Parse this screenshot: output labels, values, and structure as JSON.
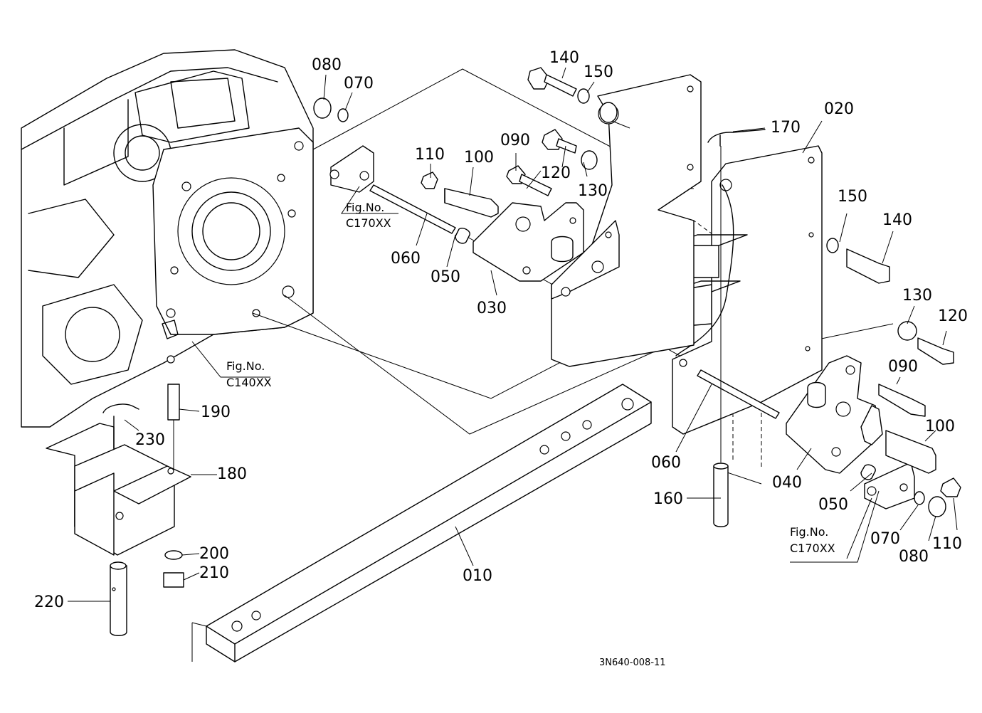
{
  "drawing_code": "3N640-008-11",
  "part_labels": [
    "080",
    "070",
    "140",
    "150",
    "020",
    "170",
    "110",
    "100",
    "090",
    "120",
    "130",
    "150",
    "140",
    "060",
    "050",
    "030",
    "130",
    "120",
    "090",
    "100",
    "190",
    "230",
    "180",
    "200",
    "210",
    "220",
    "010",
    "060",
    "160",
    "040",
    "050",
    "070",
    "080",
    "110"
  ],
  "fig_refs": [
    {
      "line1": "Fig.No.",
      "line2": "C170XX"
    },
    {
      "line1": "Fig.No.",
      "line2": "C140XX"
    },
    {
      "line1": "Fig.No.",
      "line2": "C170XX"
    }
  ]
}
